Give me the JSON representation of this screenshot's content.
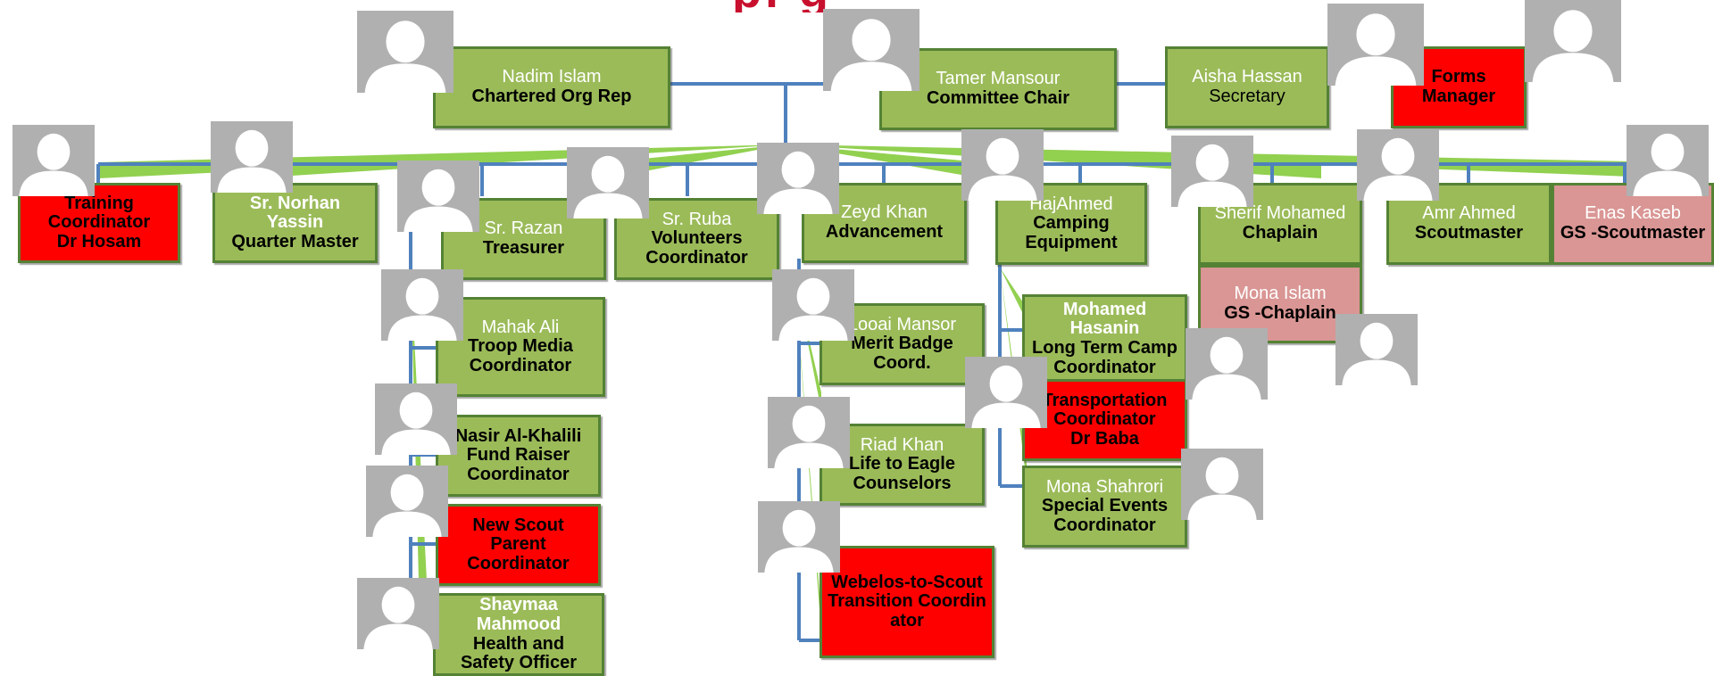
{
  "title_fragment": "pl g",
  "colors": {
    "box_fill": "#9bbb59",
    "box_border": "#548235",
    "vacant_fill": "#ff0000",
    "girl_scout_fill": "#d99694",
    "connector_blue": "#4f81bd",
    "connector_green": "#92d050",
    "title": "#c8102e",
    "avatar_bg": "#b0b0b0"
  },
  "positions": {
    "chartered_org_rep": {
      "name": "Nadim Islam",
      "role": "Chartered Org Rep"
    },
    "committee_chair": {
      "name": "Tamer Mansour",
      "role": "Committee Chair"
    },
    "secretary": {
      "name": "Aisha  Hassan",
      "role": "Secretary"
    },
    "forms_manager": {
      "name": "",
      "role": "Forms Manager"
    },
    "training_coordinator": {
      "name": "Dr Hosam",
      "role": "Training Coordinator"
    },
    "quarter_master": {
      "name": "Sr. Norhan Yassin",
      "role": "Quarter Master"
    },
    "treasurer": {
      "name": "Sr. Razan",
      "role": "Treasurer"
    },
    "volunteers_coordinator": {
      "name": "Sr. Ruba",
      "role": "Volunteers Coordinator"
    },
    "advancement": {
      "name": "Zeyd Khan",
      "role": "Advancement"
    },
    "camping_equipment": {
      "name": "HajAhmed",
      "role": "Camping Equipment"
    },
    "chaplain": {
      "name": "Sherif Mohamed",
      "role": "Chaplain"
    },
    "scoutmaster": {
      "name": "Amr Ahmed",
      "role": "Scoutmaster"
    },
    "gs_scoutmaster": {
      "name": "Enas Kaseb",
      "role": "GS -Scoutmaster"
    },
    "gs_chaplain": {
      "name": "Mona Islam",
      "role": "GS -Chaplain"
    },
    "troop_media": {
      "name": "Mahak Ali",
      "role": "Troop Media Coordinator"
    },
    "fund_raiser": {
      "name": "Nasir Al-Khalili",
      "role": "Fund Raiser Coordinator"
    },
    "new_scout_parent": {
      "name": "",
      "role": "New Scout Parent Coordinator"
    },
    "health_safety": {
      "name": "Shaymaa  Mahmood",
      "role": "Health and Safety Officer"
    },
    "merit_badge": {
      "name": "Looai Mansor",
      "role": "Merit Badge Coord."
    },
    "life_to_eagle": {
      "name": "Riad Khan",
      "role": "Life to Eagle Counselors"
    },
    "webelos_transition": {
      "name": "",
      "role": "Webelos-to-Scout Transition Coordinator"
    },
    "long_term_camp": {
      "name": "Mohamed Hasanin",
      "role": "Long Term Camp Coordinator"
    },
    "transportation": {
      "name": "Dr Baba",
      "role": "Transportation Coordinator"
    },
    "special_events": {
      "name": "Mona Shahrori",
      "role": "Special Events Coordinator"
    }
  }
}
